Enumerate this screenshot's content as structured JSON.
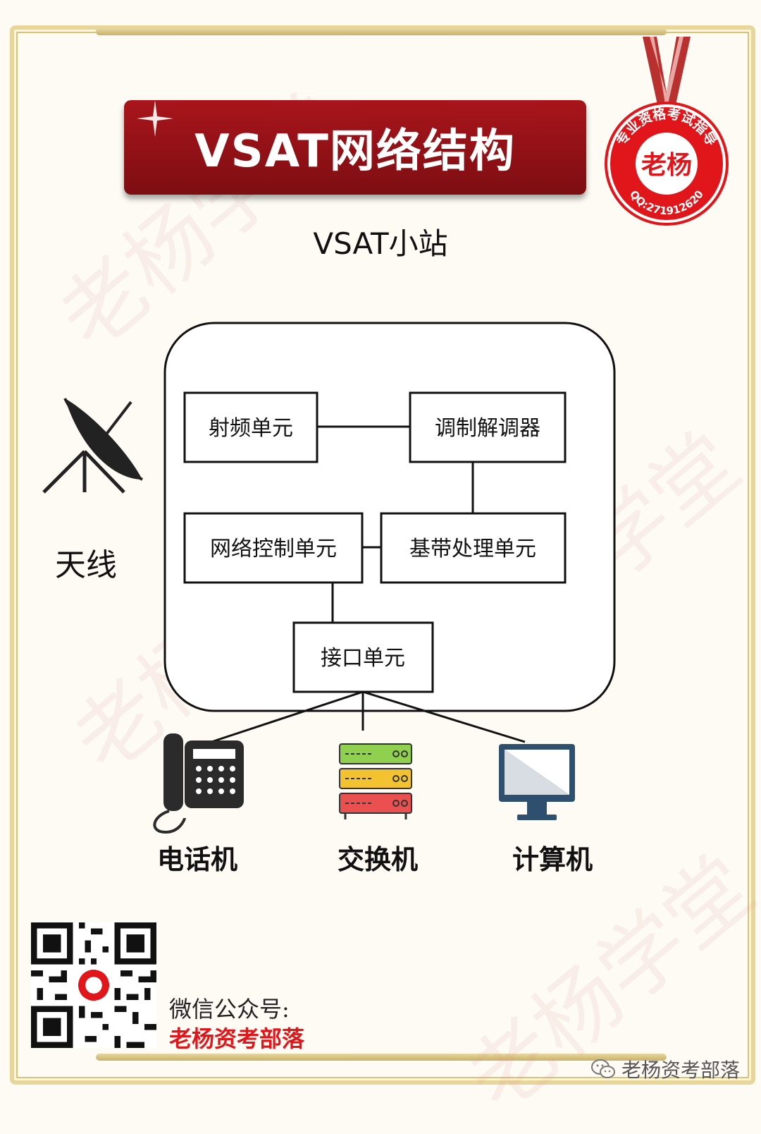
{
  "title": "VSAT网络结构",
  "subtitle": "VSAT小站",
  "seal": {
    "top_text": "专业资格考试指导",
    "center_text": "老杨",
    "bottom_text": "QQ:271912620",
    "color": "#e0161b"
  },
  "watermark_text": "老杨学堂",
  "antenna": {
    "label": "天线",
    "icon": "satellite-dish-icon"
  },
  "units": {
    "rf": "射频单元",
    "modem": "调制解调器",
    "netctrl": "网络控制单元",
    "baseband": "基带处理单元",
    "interface": "接口单元"
  },
  "devices": {
    "phone": {
      "label": "电话机",
      "icon": "telephone-icon"
    },
    "switch": {
      "label": "交换机",
      "icon": "server-switch-icon"
    },
    "computer": {
      "label": "计算机",
      "icon": "monitor-icon"
    }
  },
  "footer": {
    "wechat_label": "微信公众号:",
    "account_name": "老杨资考部落",
    "credit": "老杨资考部落"
  },
  "colors": {
    "banner": "#a8151b",
    "accent_red": "#e0161b",
    "frame_gold": "#e7d59a"
  }
}
